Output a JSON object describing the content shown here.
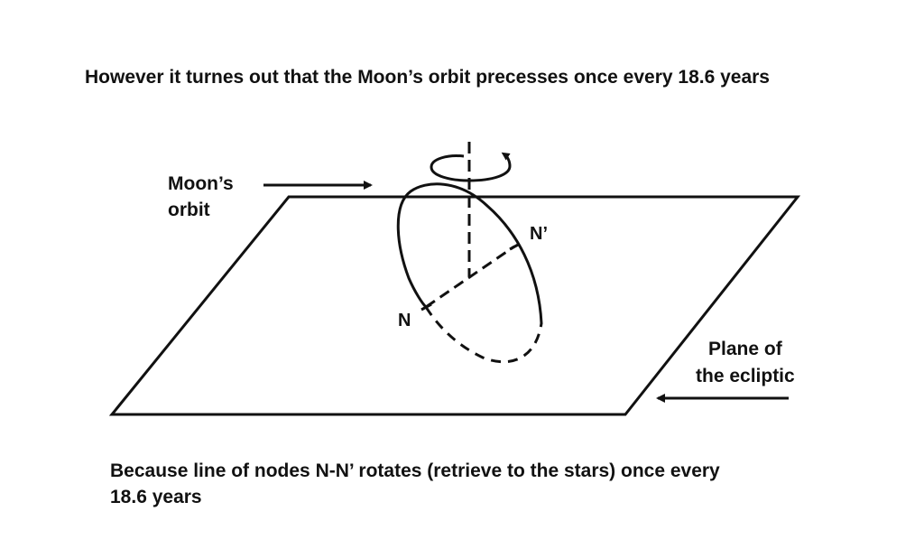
{
  "headline": "However it turnes out that the Moon’s orbit precesses once every 18.6 years",
  "labels": {
    "moon_orbit_line1": "Moon’s",
    "moon_orbit_line2": "orbit",
    "plane_line1": "Plane of",
    "plane_line2": "the ecliptic",
    "node_n": "N",
    "node_n_prime": "N’"
  },
  "caption": {
    "line1": "Because line of nodes N-N’ rotates (retrieve to the stars) once every",
    "line2": "18.6 years"
  },
  "colors": {
    "ink": "#111111",
    "background": "#ffffff"
  }
}
